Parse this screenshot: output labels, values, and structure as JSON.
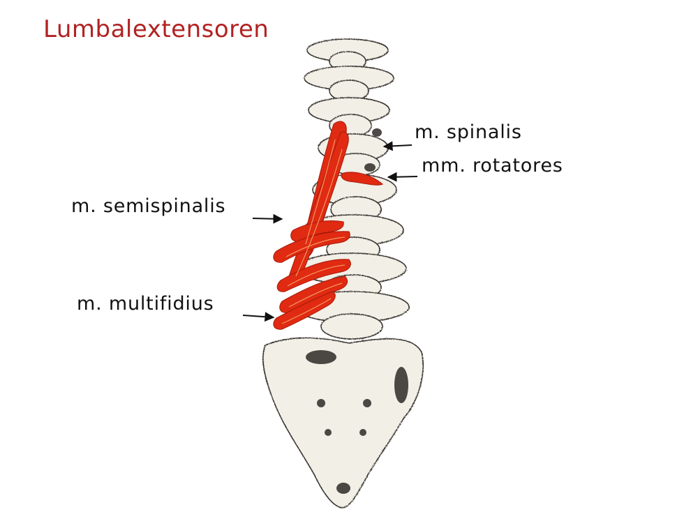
{
  "title": "Lumbalextensoren",
  "labels": {
    "spinalis": "m. spinalis",
    "rotatores": "mm. rotatores",
    "semispinalis": "m. semispinalis",
    "multifidius": "m. multifidius"
  },
  "colors": {
    "title": "#b22222",
    "muscle": "#e02a12",
    "bone_fill": "#f2efe6",
    "bone_line": "#3a3530"
  }
}
